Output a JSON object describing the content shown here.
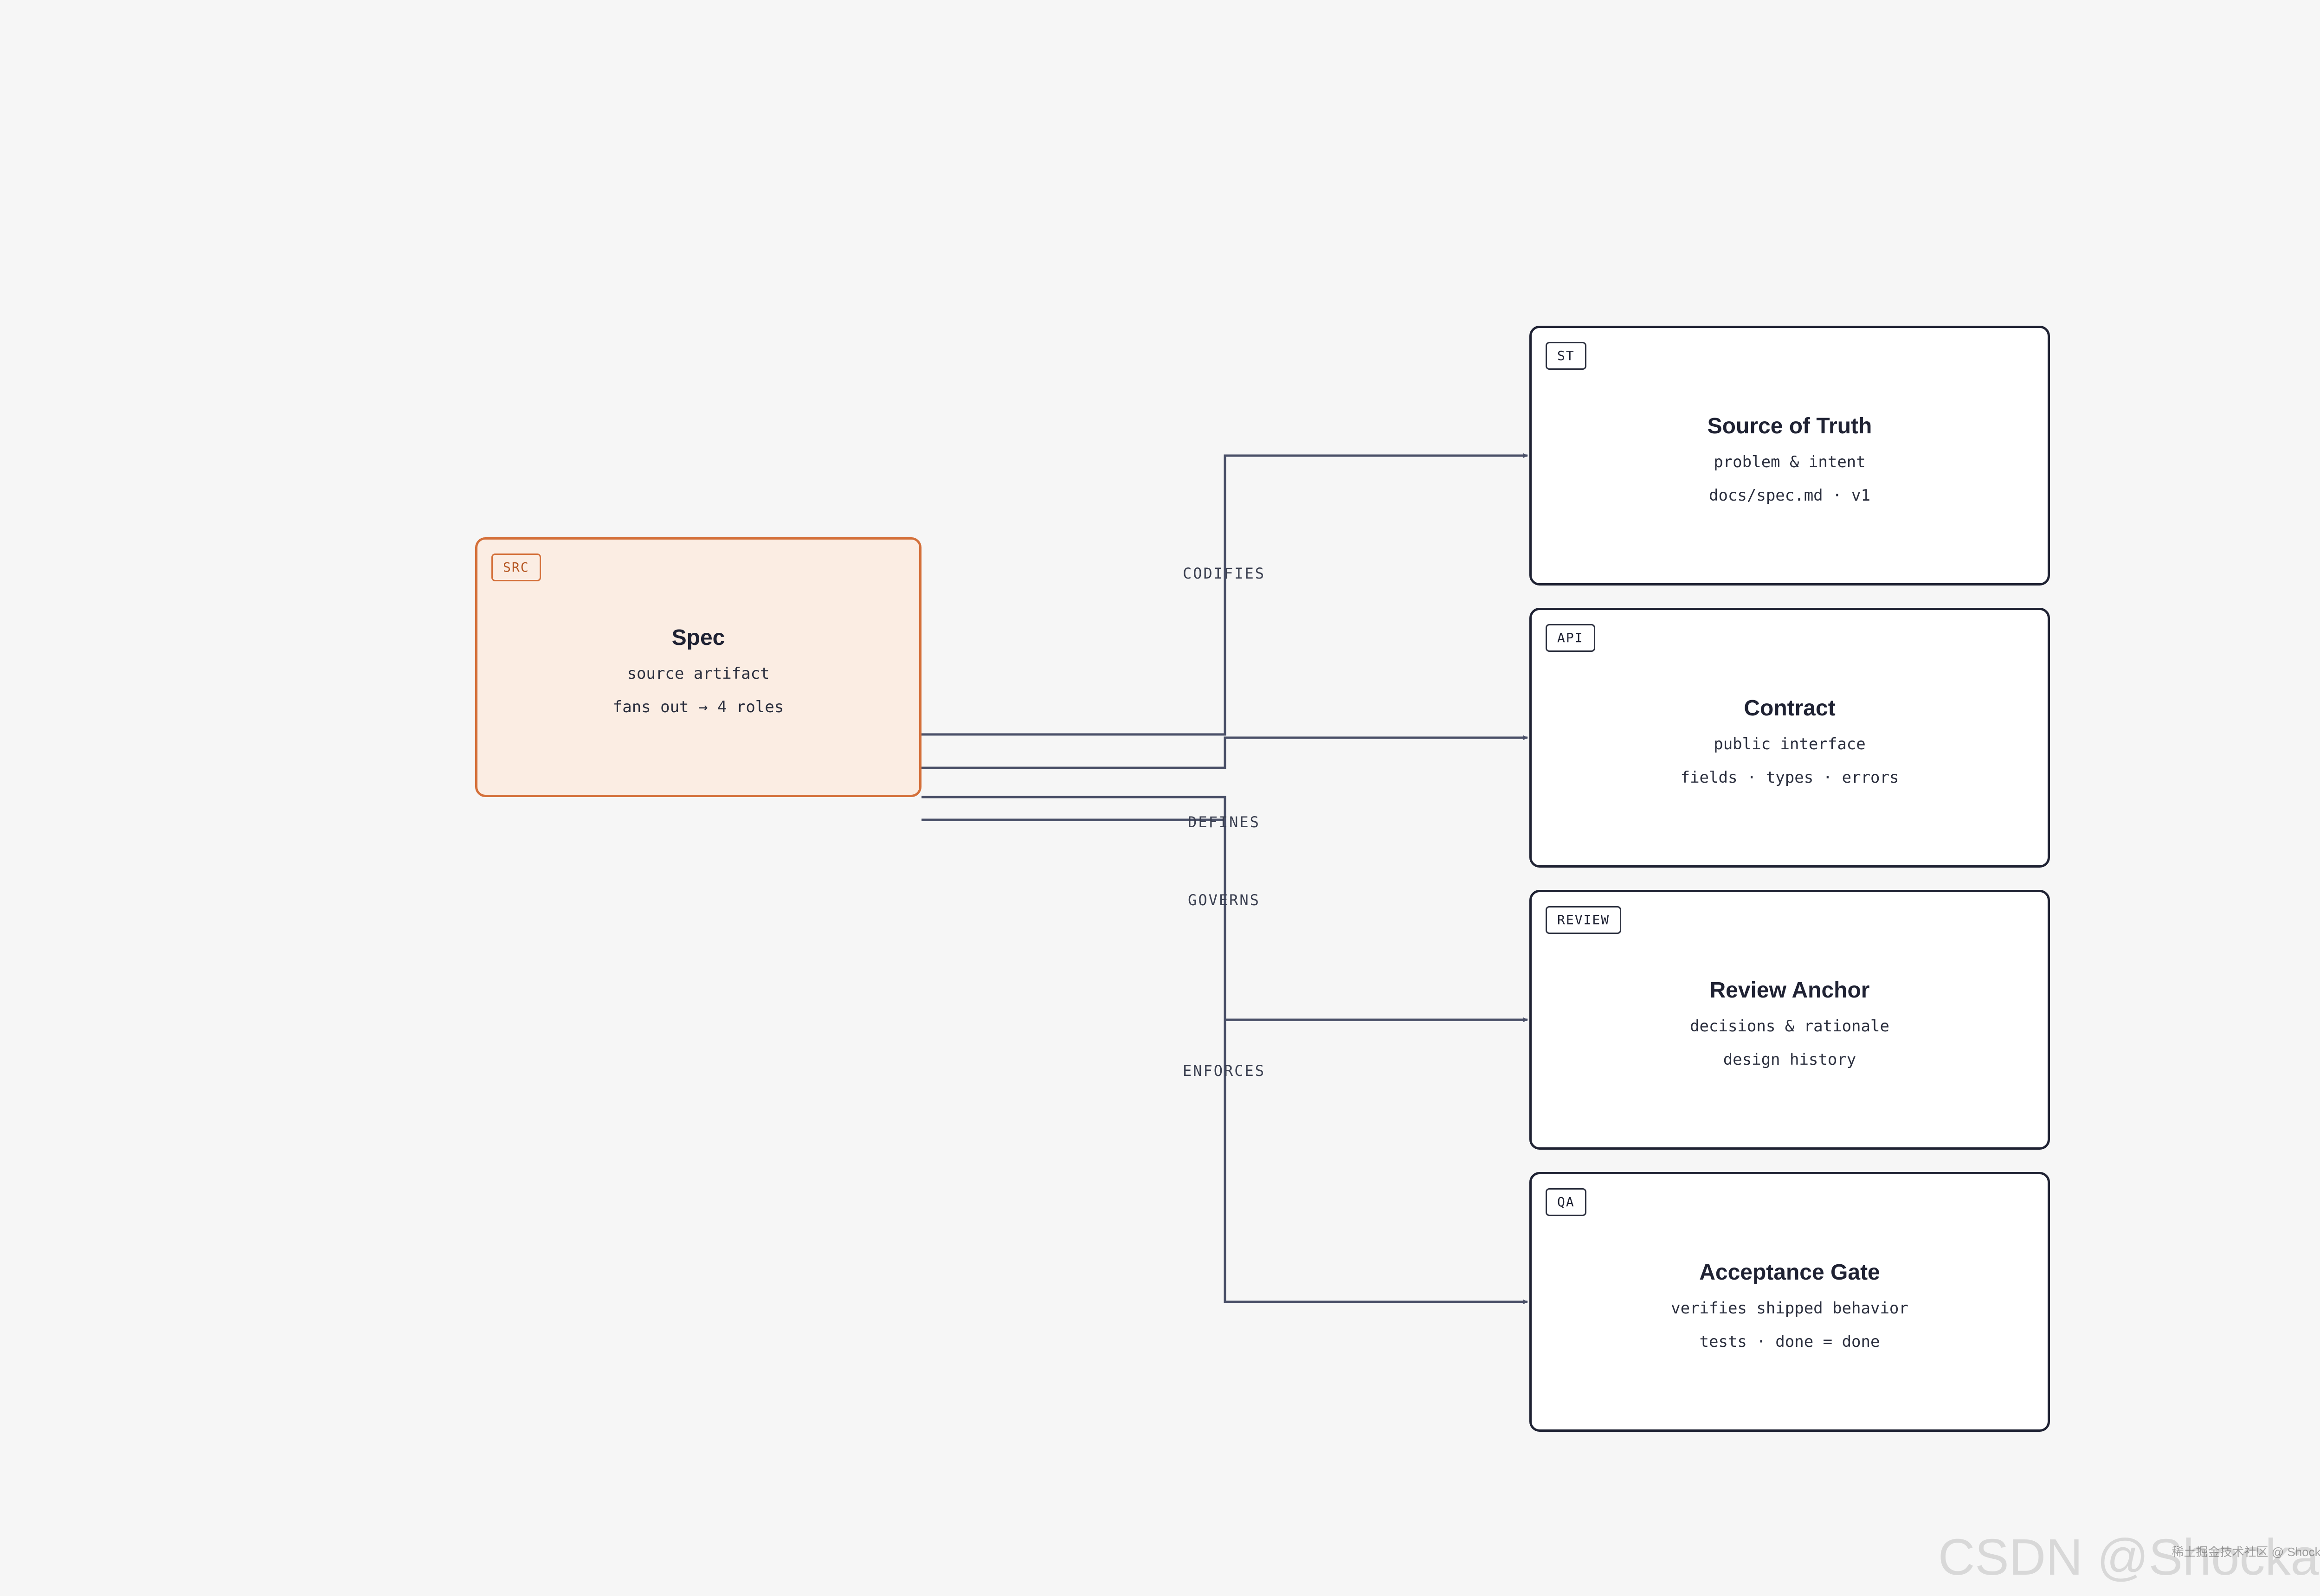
{
  "nodes": {
    "spec": {
      "tag": "SRC",
      "title": "Spec",
      "line1": "source artifact",
      "line2": "fans out → 4 roles"
    },
    "source_of_truth": {
      "tag": "ST",
      "title": "Source of Truth",
      "line1": "problem & intent",
      "line2": "docs/spec.md · v1"
    },
    "contract": {
      "tag": "API",
      "title": "Contract",
      "line1": "public interface",
      "line2": "fields · types · errors"
    },
    "review_anchor": {
      "tag": "REVIEW",
      "title": "Review Anchor",
      "line1": "decisions & rationale",
      "line2": "design history"
    },
    "acceptance_gate": {
      "tag": "QA",
      "title": "Acceptance Gate",
      "line1": "verifies shipped behavior",
      "line2": "tests · done = done"
    }
  },
  "edges": [
    {
      "from": "spec",
      "to": "source_of_truth",
      "label": "CODIFIES"
    },
    {
      "from": "spec",
      "to": "contract",
      "label": "DEFINES"
    },
    {
      "from": "spec",
      "to": "review_anchor",
      "label": "GOVERNS"
    },
    {
      "from": "spec",
      "to": "acceptance_gate",
      "label": "ENFORCES"
    }
  ],
  "colors": {
    "source_fill": "#fbede3",
    "source_border": "#d4703a",
    "node_border": "#1f2233",
    "edge": "#4a5068"
  },
  "watermark": {
    "main": "CSDN @Shockang",
    "small": "稀土掘金技术社区 @ Shockang"
  }
}
